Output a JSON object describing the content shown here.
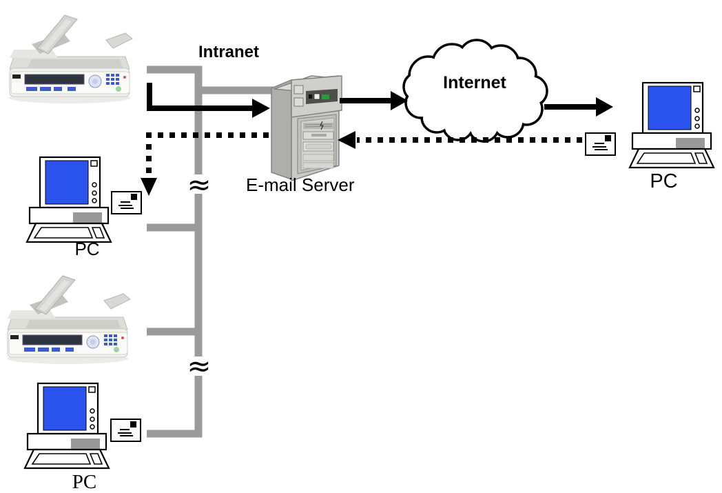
{
  "diagram": {
    "labels": {
      "intranet": "Intranet",
      "internet": "Internet",
      "email_server": "E-mail Server",
      "pc_right": "PC",
      "pc_left_middle": "PC",
      "pc_bottom": "PC"
    },
    "symbols": {
      "line_break": "≈"
    },
    "colors": {
      "network_bus_gray": "#9a9a9a",
      "arrow_black": "#000000",
      "monitor_screen_blue": "#2a52ec",
      "pc_vent_gray": "#999999",
      "server_body_gray": "#c9c9c5",
      "server_led_green": "#23a035",
      "background": "#ffffff"
    },
    "nodes": [
      {
        "icon": "flatbed-scanner-icon",
        "label": "",
        "position": "top-left"
      },
      {
        "icon": "tower-server-icon",
        "label": "E-mail Server",
        "position": "center-left"
      },
      {
        "icon": "internet-cloud-icon",
        "label": "Internet",
        "position": "top-center"
      },
      {
        "icon": "desktop-pc-icon",
        "label": "PC",
        "position": "right"
      },
      {
        "icon": "desktop-pc-icon",
        "label": "PC",
        "position": "middle-left"
      },
      {
        "icon": "flatbed-scanner-icon",
        "label": "",
        "position": "lower-left"
      },
      {
        "icon": "desktop-pc-icon",
        "label": "PC",
        "position": "bottom-left"
      },
      {
        "icon": "email-envelope-icon",
        "count": 3
      }
    ],
    "connections": [
      {
        "style": "solid-arrow",
        "from": "scanner-top",
        "to": "email-server"
      },
      {
        "style": "solid-arrow",
        "from": "email-server",
        "to": "internet-cloud"
      },
      {
        "style": "solid-arrow",
        "from": "internet-cloud",
        "to": "pc-right"
      },
      {
        "style": "dotted-arrow",
        "from": "pc-right-envelope",
        "to": "email-server"
      },
      {
        "style": "dotted-arrow",
        "from": "email-server",
        "to": "pc-left-middle"
      },
      {
        "style": "gray-bus",
        "name": "intranet-backbone",
        "breaks": 2
      }
    ]
  }
}
